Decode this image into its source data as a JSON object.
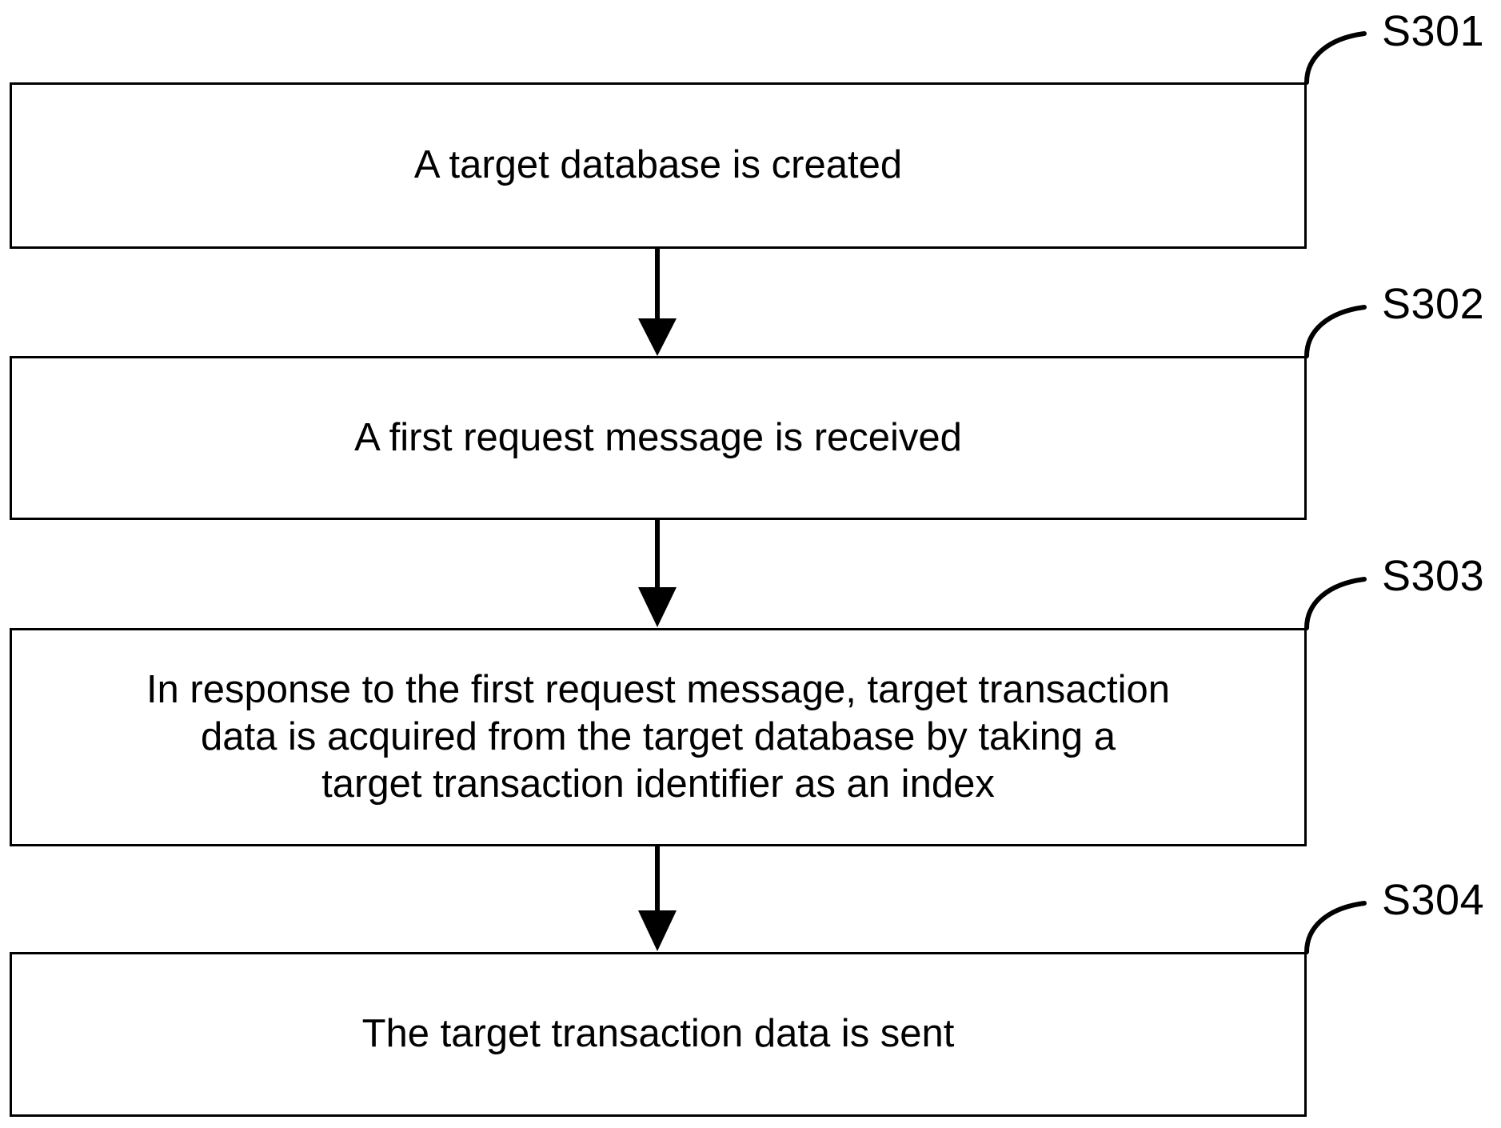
{
  "diagram": {
    "type": "flowchart",
    "orientation": "vertical",
    "background_color": "#ffffff",
    "line_color": "#000000",
    "steps": [
      {
        "id": "S301",
        "label": "S301",
        "text": "A target database is created"
      },
      {
        "id": "S302",
        "label": "S302",
        "text": "A first request message is received"
      },
      {
        "id": "S303",
        "label": "S303",
        "text": "In response to the first request message, target transaction\ndata is acquired from the target database by taking a\ntarget transaction identifier as an index"
      },
      {
        "id": "S304",
        "label": "S304",
        "text": "The target transaction data is sent"
      }
    ],
    "connectors": [
      {
        "from": "S301",
        "to": "S302",
        "style": "arrow-down"
      },
      {
        "from": "S302",
        "to": "S303",
        "style": "arrow-down"
      },
      {
        "from": "S303",
        "to": "S304",
        "style": "arrow-down"
      }
    ]
  }
}
